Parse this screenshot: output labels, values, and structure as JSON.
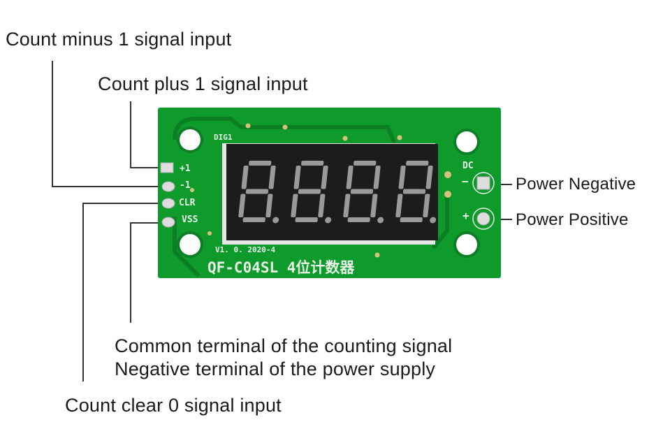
{
  "labels": {
    "count_minus": "Count minus 1 signal input",
    "count_plus": "Count plus 1 signal input",
    "power_negative": "Power Negative",
    "power_positive": "Power Positive",
    "common_terminal_line1": "Common terminal of the counting signal",
    "common_terminal_line2": "Negative terminal of the power supply",
    "count_clear": "Count clear 0 signal input"
  },
  "board": {
    "pins": [
      "+1",
      "-1",
      "CLR",
      "VSS"
    ],
    "dig_label": "DIG1",
    "dc_label": "DC",
    "minus_mark": "−",
    "plus_mark": "+",
    "version": "V1. 0. 2020-4",
    "model": "QF-C04SL 4位计数器",
    "display_digits": 4
  },
  "colors": {
    "pcb": "#0f9a2c",
    "display": "#1c1c1c",
    "segment": "#9a9a9a",
    "line": "#333333"
  }
}
